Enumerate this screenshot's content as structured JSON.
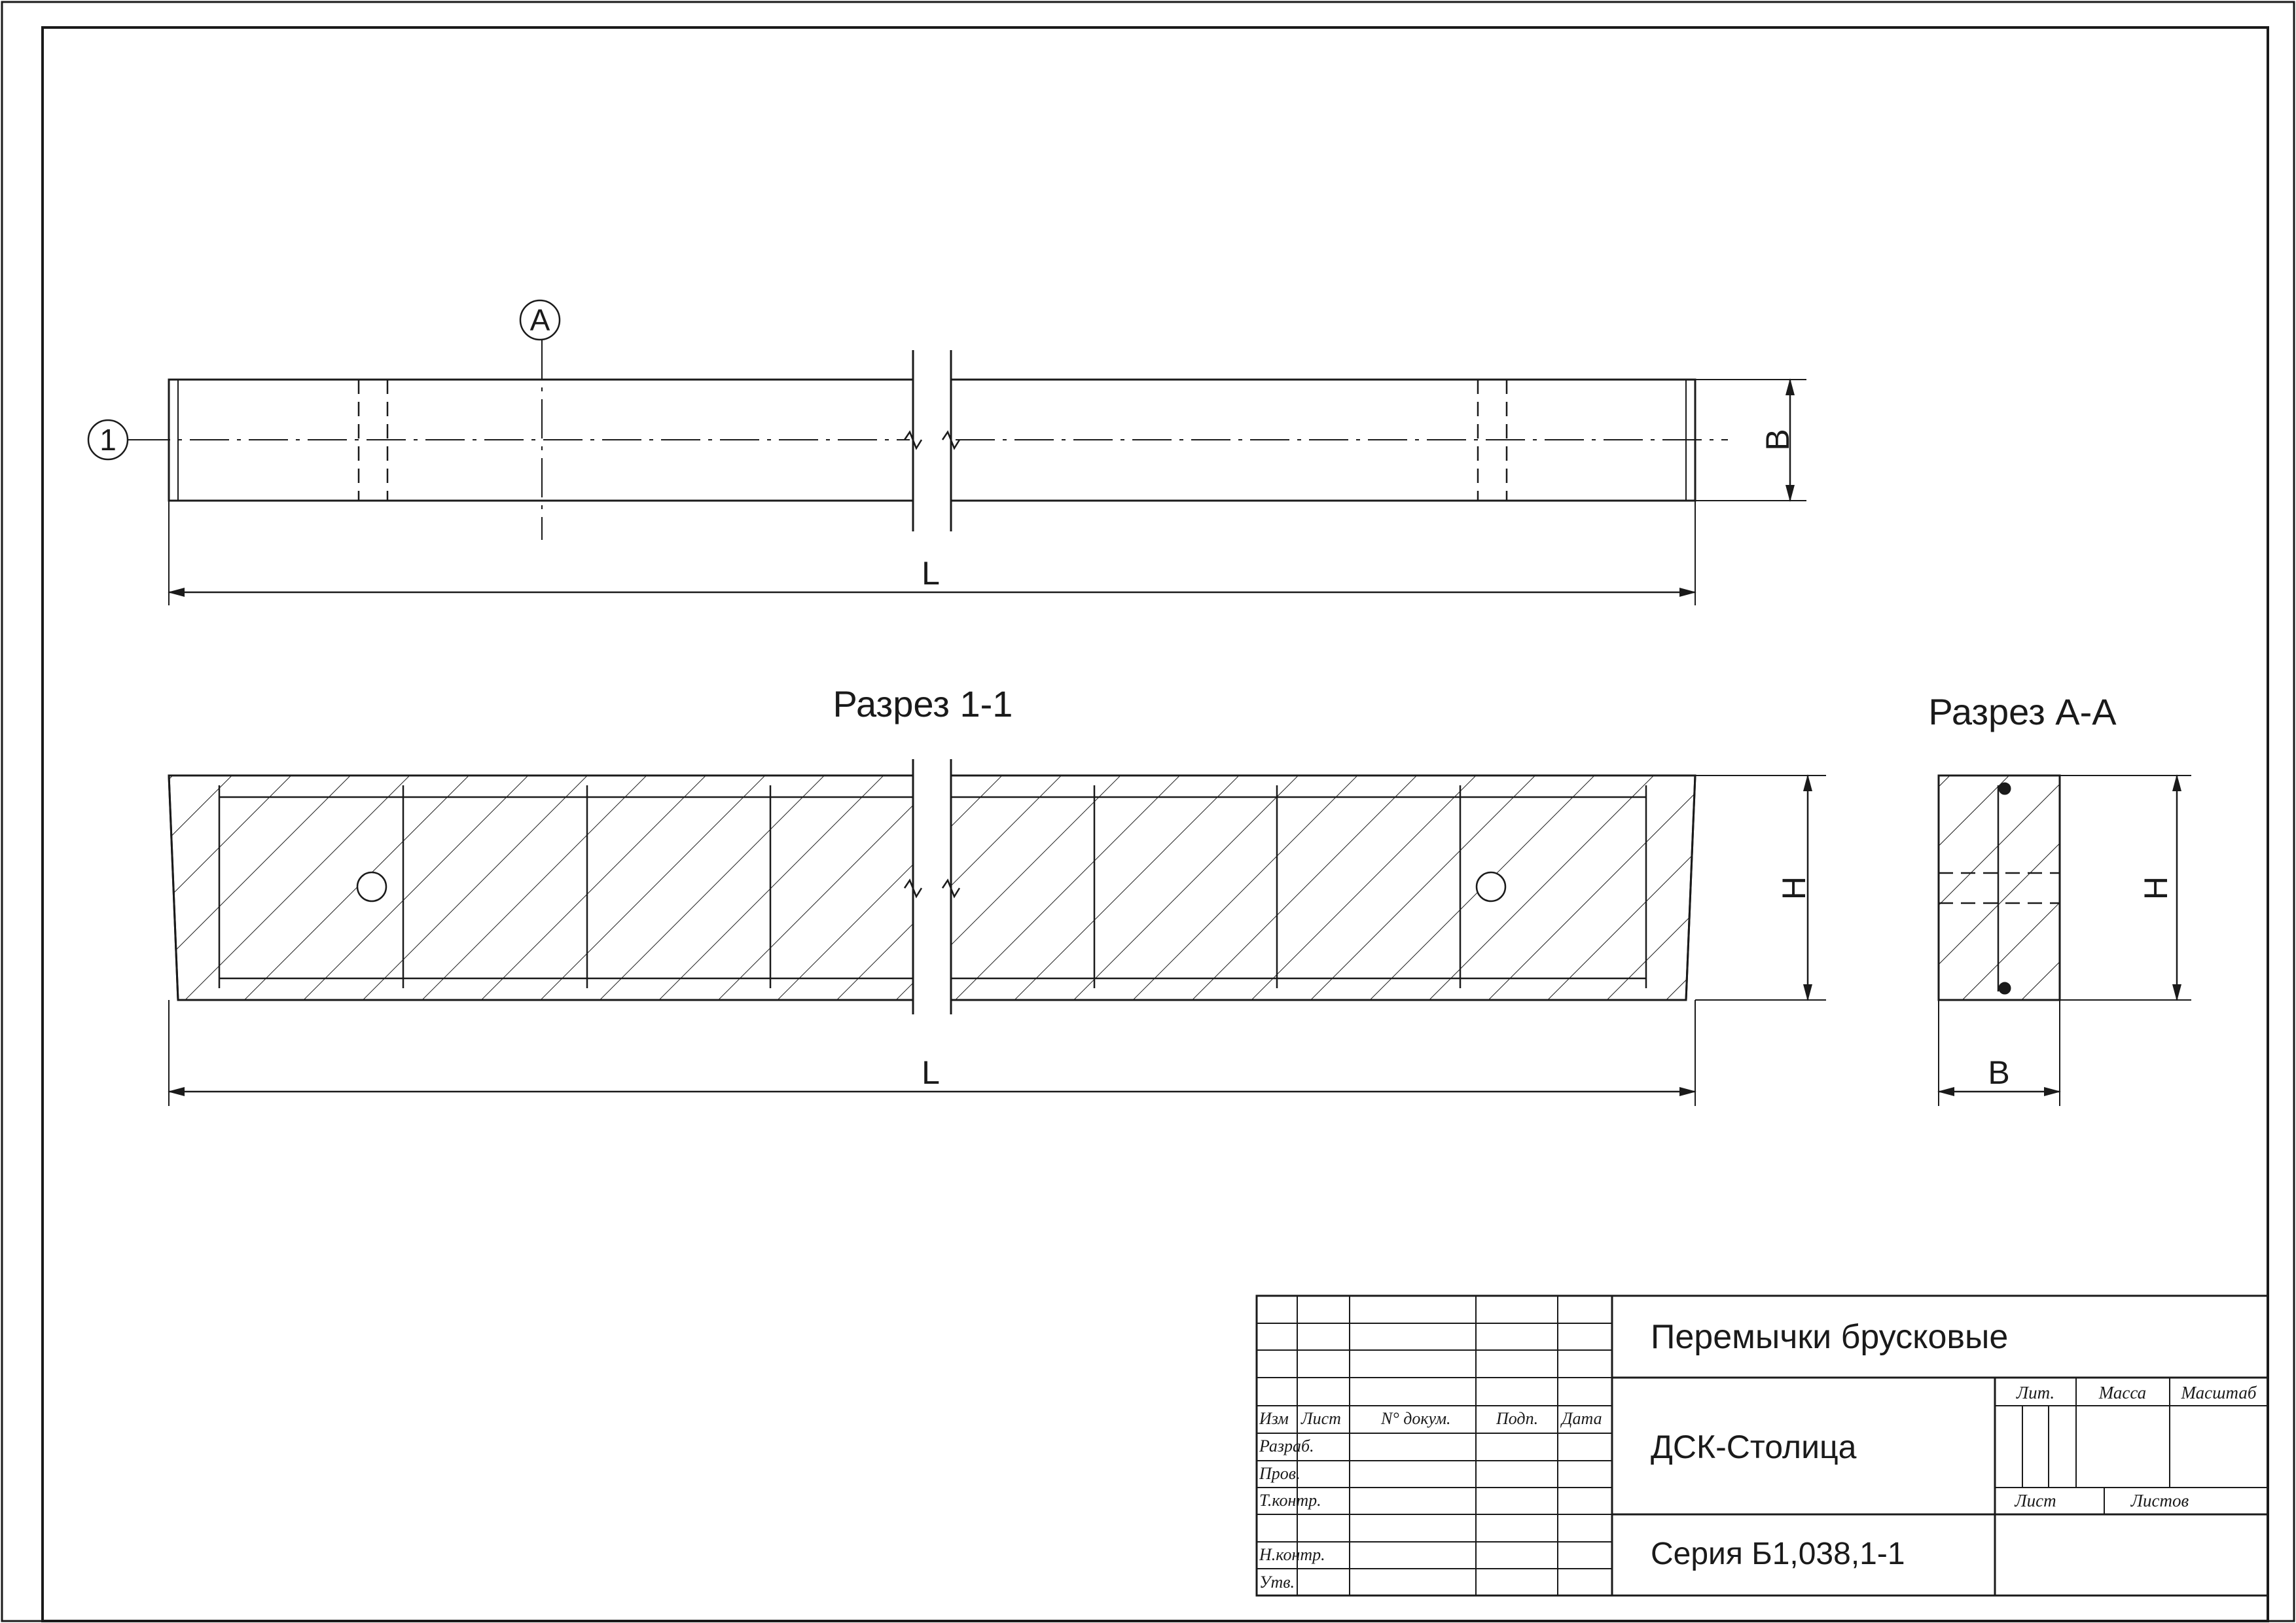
{
  "plan": {
    "axis_number": "1",
    "axis_letter": "A",
    "dim_length": "L",
    "dim_width": "B"
  },
  "section_1_1": {
    "title": "Разрез 1-1",
    "dim_length": "L",
    "dim_height": "H"
  },
  "section_a_a": {
    "title": "Разрез А-А",
    "dim_height": "H",
    "dim_width": "B"
  },
  "title_block": {
    "name": "Перемычки брусковые",
    "organization": "ДСК-Столица",
    "series": "Серия Б1,038,1-1",
    "col_izm": "Изм",
    "col_list": "Лист",
    "col_doc": "N° докум.",
    "col_sign": "Подп.",
    "col_date": "Дата",
    "row_razrab": "Разраб.",
    "row_prov": "Пров.",
    "row_tkontr": "Т.контр.",
    "row_nkontr": "Н.контр.",
    "row_utv": "Утв.",
    "lit": "Лит.",
    "mass": "Масса",
    "scale": "Масштаб",
    "sheet": "Лист",
    "sheets": "Листов"
  },
  "colors": {
    "line": "#1a1a1a",
    "background": "#ffffff"
  }
}
